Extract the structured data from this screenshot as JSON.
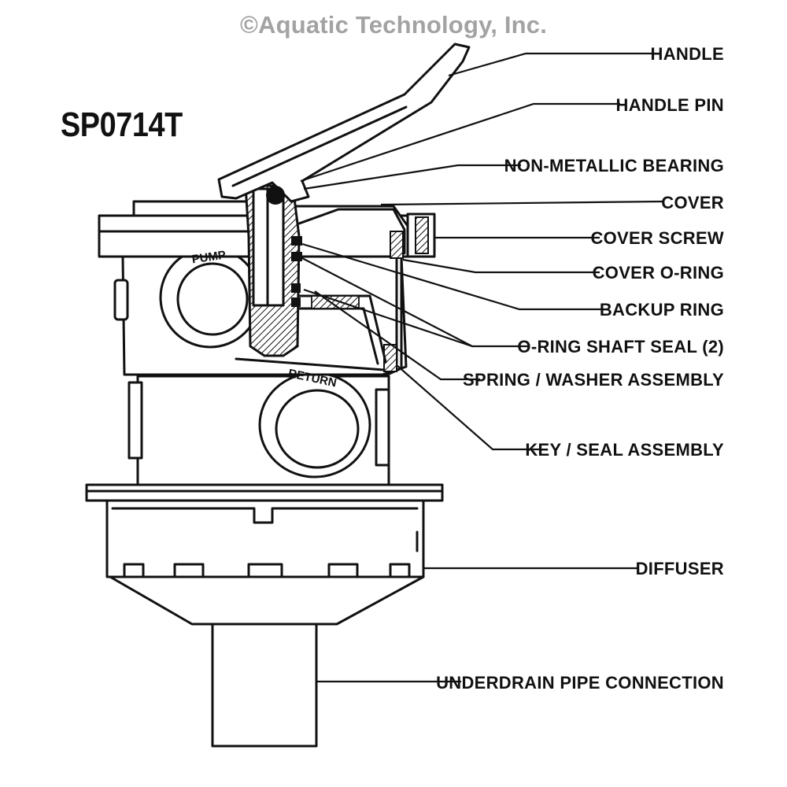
{
  "copyright": "©Aquatic Technology, Inc.",
  "model": "SP0714T",
  "port_labels": {
    "pump": "PUMP",
    "return": "RETURN"
  },
  "labels": {
    "handle": "HANDLE",
    "handle_pin": "HANDLE PIN",
    "non_metallic_bearing": "NON-METALLIC BEARING",
    "cover": "COVER",
    "cover_screw": "COVER SCREW",
    "cover_o_ring": "COVER O-RING",
    "backup_ring": "BACKUP RING",
    "o_ring_shaft_seal": "O-RING SHAFT SEAL (2)",
    "spring_washer_assembly": "SPRING / WASHER ASSEMBLY",
    "key_seal_assembly": "KEY / SEAL ASSEMBLY",
    "diffuser": "DIFFUSER",
    "underdrain_pipe_connection": "UNDERDRAIN PIPE CONNECTION"
  },
  "colors": {
    "ink": "#111111",
    "copyright": "#a3a3a3",
    "background": "#ffffff"
  }
}
